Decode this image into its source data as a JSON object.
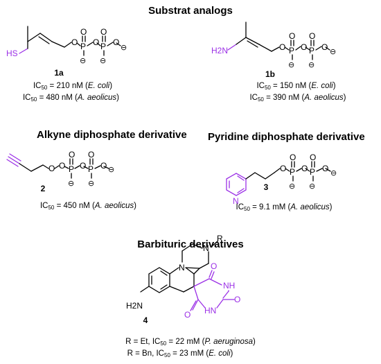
{
  "colors": {
    "highlight": "#9b30e6",
    "text": "#000000"
  },
  "sections": {
    "substrate": {
      "title": "Substrat analogs"
    },
    "alkyne": {
      "title": "Alkyne diphosphate derivative"
    },
    "pyridine": {
      "title": "Pyridine diphosphate derivative"
    },
    "barbituric": {
      "title": "Barbituric derivatives"
    }
  },
  "compounds": {
    "c1a": {
      "label": "1a",
      "ic1_pre": "IC",
      "ic1_sub": "50",
      "ic1_val": " = 210 nM (",
      "ic1_org": "E. coli",
      "ic1_post": ")",
      "ic2_pre": "IC",
      "ic2_sub": "50",
      "ic2_val": " = 480 nM (",
      "ic2_org": "A. aeolicus",
      "ic2_post": ")"
    },
    "c1b": {
      "label": "1b",
      "ic1_pre": "IC",
      "ic1_sub": "50",
      "ic1_val": " = 150 nM (",
      "ic1_org": "E. coli",
      "ic1_post": ")",
      "ic2_pre": "IC",
      "ic2_sub": "50",
      "ic2_val": " = 390 nM (",
      "ic2_org": "A. aeolicus",
      "ic2_post": ")"
    },
    "c2": {
      "label": "2",
      "ic1_pre": "IC",
      "ic1_sub": "50",
      "ic1_val": " = 450 nM (",
      "ic1_org": "A. aeolicus",
      "ic1_post": ")"
    },
    "c3": {
      "label": "3",
      "ic1_pre": "IC",
      "ic1_sub": "50",
      "ic1_val": " = 9.1 mM (",
      "ic1_org": "A. aeolicus",
      "ic1_post": ")"
    },
    "c4": {
      "label": "4",
      "ic1_pre": "R = Et, IC",
      "ic1_sub": "50",
      "ic1_val": " = 22 mM (",
      "ic1_org": "P. aeruginosa",
      "ic1_post": ")",
      "ic2_pre": "R = Bn, IC",
      "ic2_sub": "50",
      "ic2_val": " = 23 mM (",
      "ic2_org": "E. coli",
      "ic2_post": ")"
    }
  },
  "atoms": {
    "sh": "HS",
    "h2n": "H2N",
    "o": "O",
    "p": "P",
    "minus": "⊖",
    "n": "N",
    "nh": "NH",
    "hn": "HN",
    "r": "R"
  }
}
